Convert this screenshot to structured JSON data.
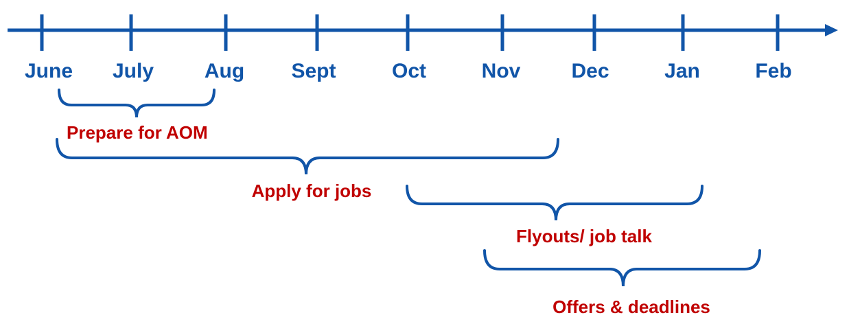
{
  "timeline": {
    "months": [
      "June",
      "July",
      "Aug",
      "Sept",
      "Oct",
      "Nov",
      "Dec",
      "Jan",
      "Feb"
    ],
    "direction": "left-to-right arrow"
  },
  "phases": [
    {
      "label": "Prepare for AOM",
      "from": "June",
      "to": "Aug"
    },
    {
      "label": "Apply for jobs",
      "from": "June",
      "to": "Dec"
    },
    {
      "label": "Flyouts/ job talk",
      "from": "Oct",
      "to": "Jan"
    },
    {
      "label": "Offers & deadlines",
      "from": "Nov",
      "to": "Feb"
    }
  ],
  "colors": {
    "axis": "#1155a8",
    "phase_label": "#c00000"
  }
}
